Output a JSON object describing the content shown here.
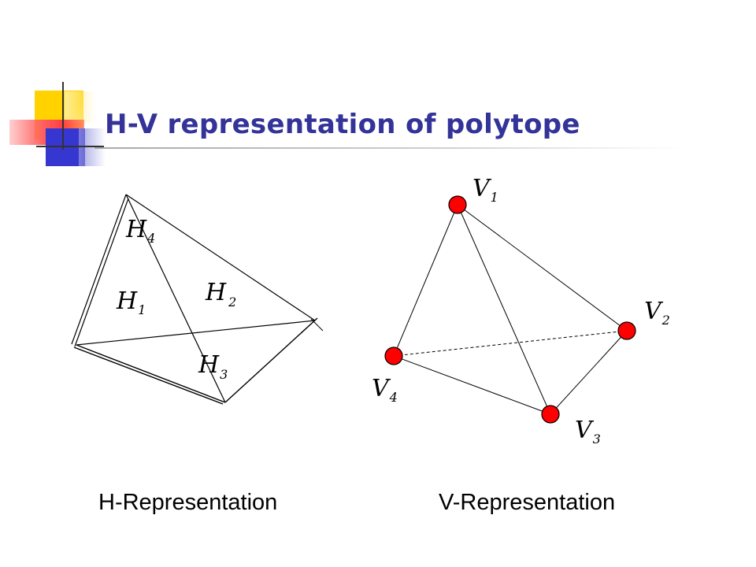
{
  "slide": {
    "title": "H-V representation of polytope",
    "accent_colors": {
      "yellow": "#ffcc00",
      "red": "#ff5555",
      "blue": "#3333cc",
      "title": "#333399"
    }
  },
  "h_representation": {
    "caption": "H-Representation",
    "labels": [
      {
        "letter": "H",
        "sub": "4"
      },
      {
        "letter": "H",
        "sub": "1"
      },
      {
        "letter": "H",
        "sub": "2"
      },
      {
        "letter": "H",
        "sub": "3"
      }
    ]
  },
  "v_representation": {
    "caption": "V-Representation",
    "vertex_color": "#ff0000",
    "labels": [
      {
        "letter": "V",
        "sub": "1"
      },
      {
        "letter": "V",
        "sub": "2"
      },
      {
        "letter": "V",
        "sub": "3"
      },
      {
        "letter": "V",
        "sub": "4"
      }
    ]
  }
}
